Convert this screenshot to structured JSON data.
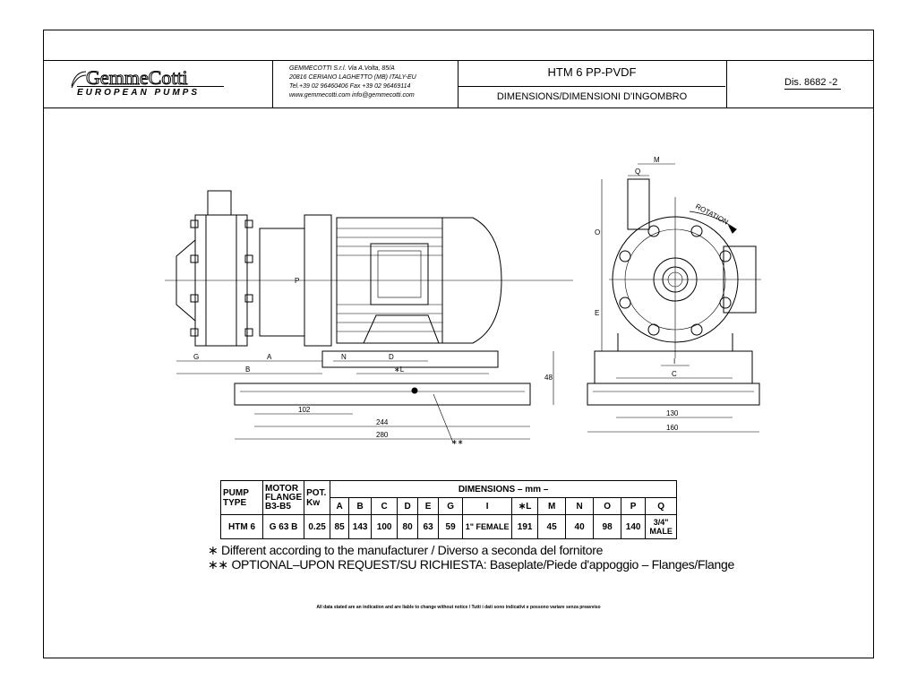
{
  "header": {
    "brand": "GemmeCotti",
    "brand_sub": "EUROPEAN PUMPS",
    "address": [
      "GEMMECOTTI S.r.l. Via A.Volta, 85/A",
      "20816 CERIANO LAGHETTO (MB) ITALY-EU",
      "Tel.+39 02 96460406 Fax +39 02 96469114",
      "www.gemmecotti.com info@gemmecotti.com"
    ],
    "title": "HTM 6 PP-PVDF",
    "subtitle": "DIMENSIONS/DIMENSIONI D'INGOMBRO",
    "drawing_no": "Dis. 8682 -2"
  },
  "drawing": {
    "side_labels": [
      "G",
      "A",
      "B",
      "N",
      "D",
      "∗L",
      "P",
      "48"
    ],
    "base_dims": [
      "102",
      "244",
      "280"
    ],
    "front_labels": [
      "M",
      "Q",
      "O",
      "E",
      "I",
      "C",
      "ROTATION"
    ],
    "front_dims": [
      "130",
      "160"
    ],
    "callout": "∗∗"
  },
  "table": {
    "h_pump": "PUMP TYPE",
    "h_motor": "MOTOR FLANGE B3-B5",
    "h_pot": "POT. Kw",
    "h_dims": "DIMENSIONS   –  mm  –",
    "cols": [
      "A",
      "B",
      "C",
      "D",
      "E",
      "G",
      "I",
      "∗L",
      "M",
      "N",
      "O",
      "P",
      "Q"
    ],
    "row": {
      "pump": "HTM 6",
      "motor": "G 63 B",
      "pot": "0.25",
      "values": [
        "85",
        "143",
        "100",
        "80",
        "63",
        "59",
        "1\" FEMALE",
        "191",
        "45",
        "40",
        "98",
        "140",
        "3/4\" MALE"
      ]
    }
  },
  "notes": [
    "∗ Different according to the manufacturer / Diverso a seconda del fornitore",
    "∗∗ OPTIONAL–UPON REQUEST/SU RICHIESTA: Baseplate/Piede d'appoggio – Flanges/Flange"
  ],
  "footer": "All data stated are an indication and are liable to change without notice  /  Tutti i dati sono indicativi e possono variare senza preavviso"
}
